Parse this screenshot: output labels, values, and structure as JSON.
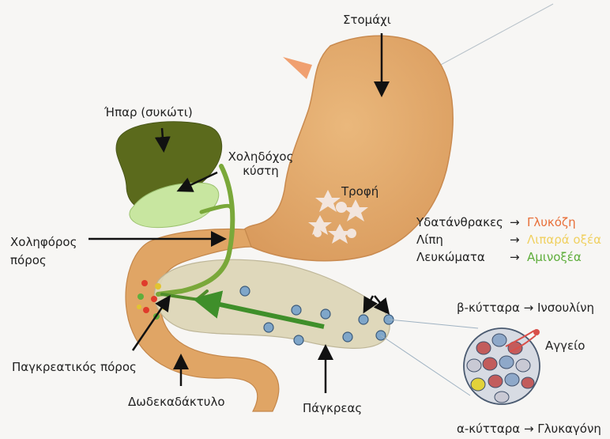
{
  "labels": {
    "stomach": "Στομάχι",
    "liver": "Ήπαρ (συκώτι)",
    "gallbladder_1": "Χοληδόχος",
    "gallbladder_2": "κύστη",
    "food": "Τροφή",
    "bile_duct_1": "Χοληφόρος",
    "bile_duct_2": "πόρος",
    "pancreatic_duct": "Παγκρεατικός πόρος",
    "duodenum": "Δωδεκαδάκτυλο",
    "pancreas": "Πάγκρεας",
    "vessel": "Αγγείο",
    "beta_cells": "β-κύτταρα → Ινσουλίνη",
    "alpha_cells": "α-κύτταρα → Γλυκαγόνη"
  },
  "digestion": [
    {
      "nutrient": "Υδατάνθρακες",
      "arrow": "→",
      "product": "Γλυκόζη",
      "color": "#e8703a"
    },
    {
      "nutrient": "Λίπη",
      "arrow": "→",
      "product": "Λιπαρά οξέα",
      "color": "#f0d060"
    },
    {
      "nutrient": "Λευκώματα",
      "arrow": "→",
      "product": "Αμινοξέα",
      "color": "#5fae3c"
    }
  ],
  "colors": {
    "stomach": "#e3a86a",
    "liver": "#5b6a1c",
    "gallbladder": "#c8e6a0",
    "pancreas": "#ded7b8",
    "islet_cell": "#7fa6c9",
    "arrow_green": "#3f8f2a"
  }
}
